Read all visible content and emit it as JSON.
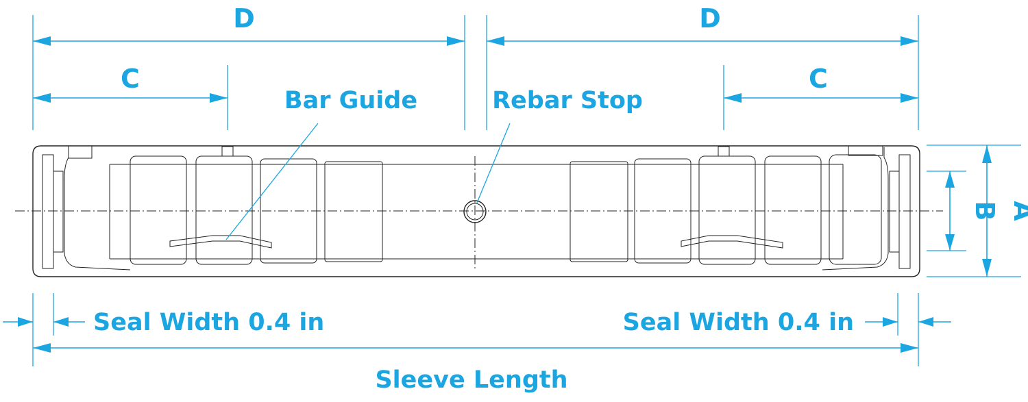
{
  "labels": {
    "d_left": "D",
    "d_right": "D",
    "c_left": "C",
    "c_right": "C",
    "bar_guide": "Bar Guide",
    "rebar_stop": "Rebar Stop",
    "seal_left": "Seal Width 0.4 in",
    "seal_right": "Seal Width 0.4 in",
    "sleeve_length": "Sleeve Length",
    "dim_a": "A",
    "dim_b": "B"
  },
  "colors": {
    "dimension": "#1ba6e2",
    "outline": "#222222"
  }
}
